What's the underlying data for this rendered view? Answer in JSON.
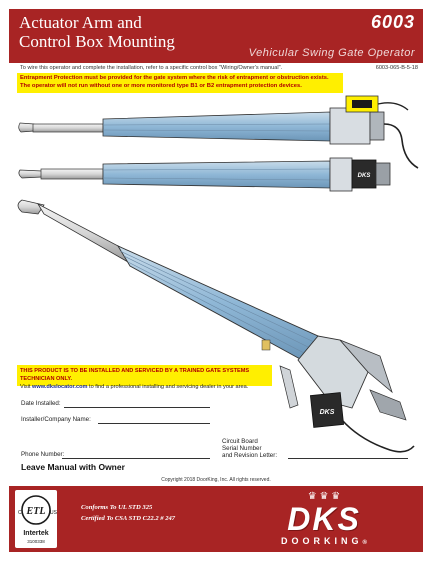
{
  "header": {
    "title_line1": "Actuator Arm and",
    "title_line2": "Control Box Mounting",
    "model": "6003",
    "subtitle": "Vehicular Swing Gate Operator",
    "instructions": "To wire this operator and complete the installation, refer to a specific control box \"Wiring/Owner's manual\".",
    "doc_number": "6003-065-B-5-18"
  },
  "warning": {
    "line1": "Entrapment Protection must be provided for the gate system where the risk of entrapment or obstruction exists.",
    "line2": "The operator will not run without one or more monitored type B1 or B2 entrapment protection devices."
  },
  "service": {
    "line1": "THIS PRODUCT IS TO BE INSTALLED AND SERVICED BY A TRAINED GATE SYSTEMS TECHNICIAN ONLY.",
    "visit": "Visit",
    "link": "www.dkslocator.com",
    "rest": "to find a professional installing and servicing dealer in your area."
  },
  "form": {
    "date_label": "Date Installed:",
    "installer_label": "Installer/Company Name:",
    "phone_label": "Phone Number:",
    "circuit_label": "Circuit Board",
    "serial_label": "Serial Number",
    "revision_label": "and Revision Letter:"
  },
  "leave_manual": "Leave Manual with Owner",
  "copyright": "Copyright 2018 DoorKing, Inc. All rights reserved.",
  "footer": {
    "conforms": "Conforms To UL STD 325",
    "certified": "Certified To CSA STD C22.2 # 247",
    "badge_etl": "ETL",
    "badge_us": "US",
    "badge_c": "C",
    "badge_intertek": "Intertek",
    "badge_num": "3100338",
    "dks_logo": "DKS",
    "dks_sub": "DOORKING",
    "reg": "®"
  },
  "product_labels": {
    "box_label": "DKS"
  },
  "colors": {
    "brand_red": "#a82424",
    "warning_yellow": "#ffef00",
    "warning_text": "#b00000",
    "actuator_tube": "#8fb7d6"
  }
}
